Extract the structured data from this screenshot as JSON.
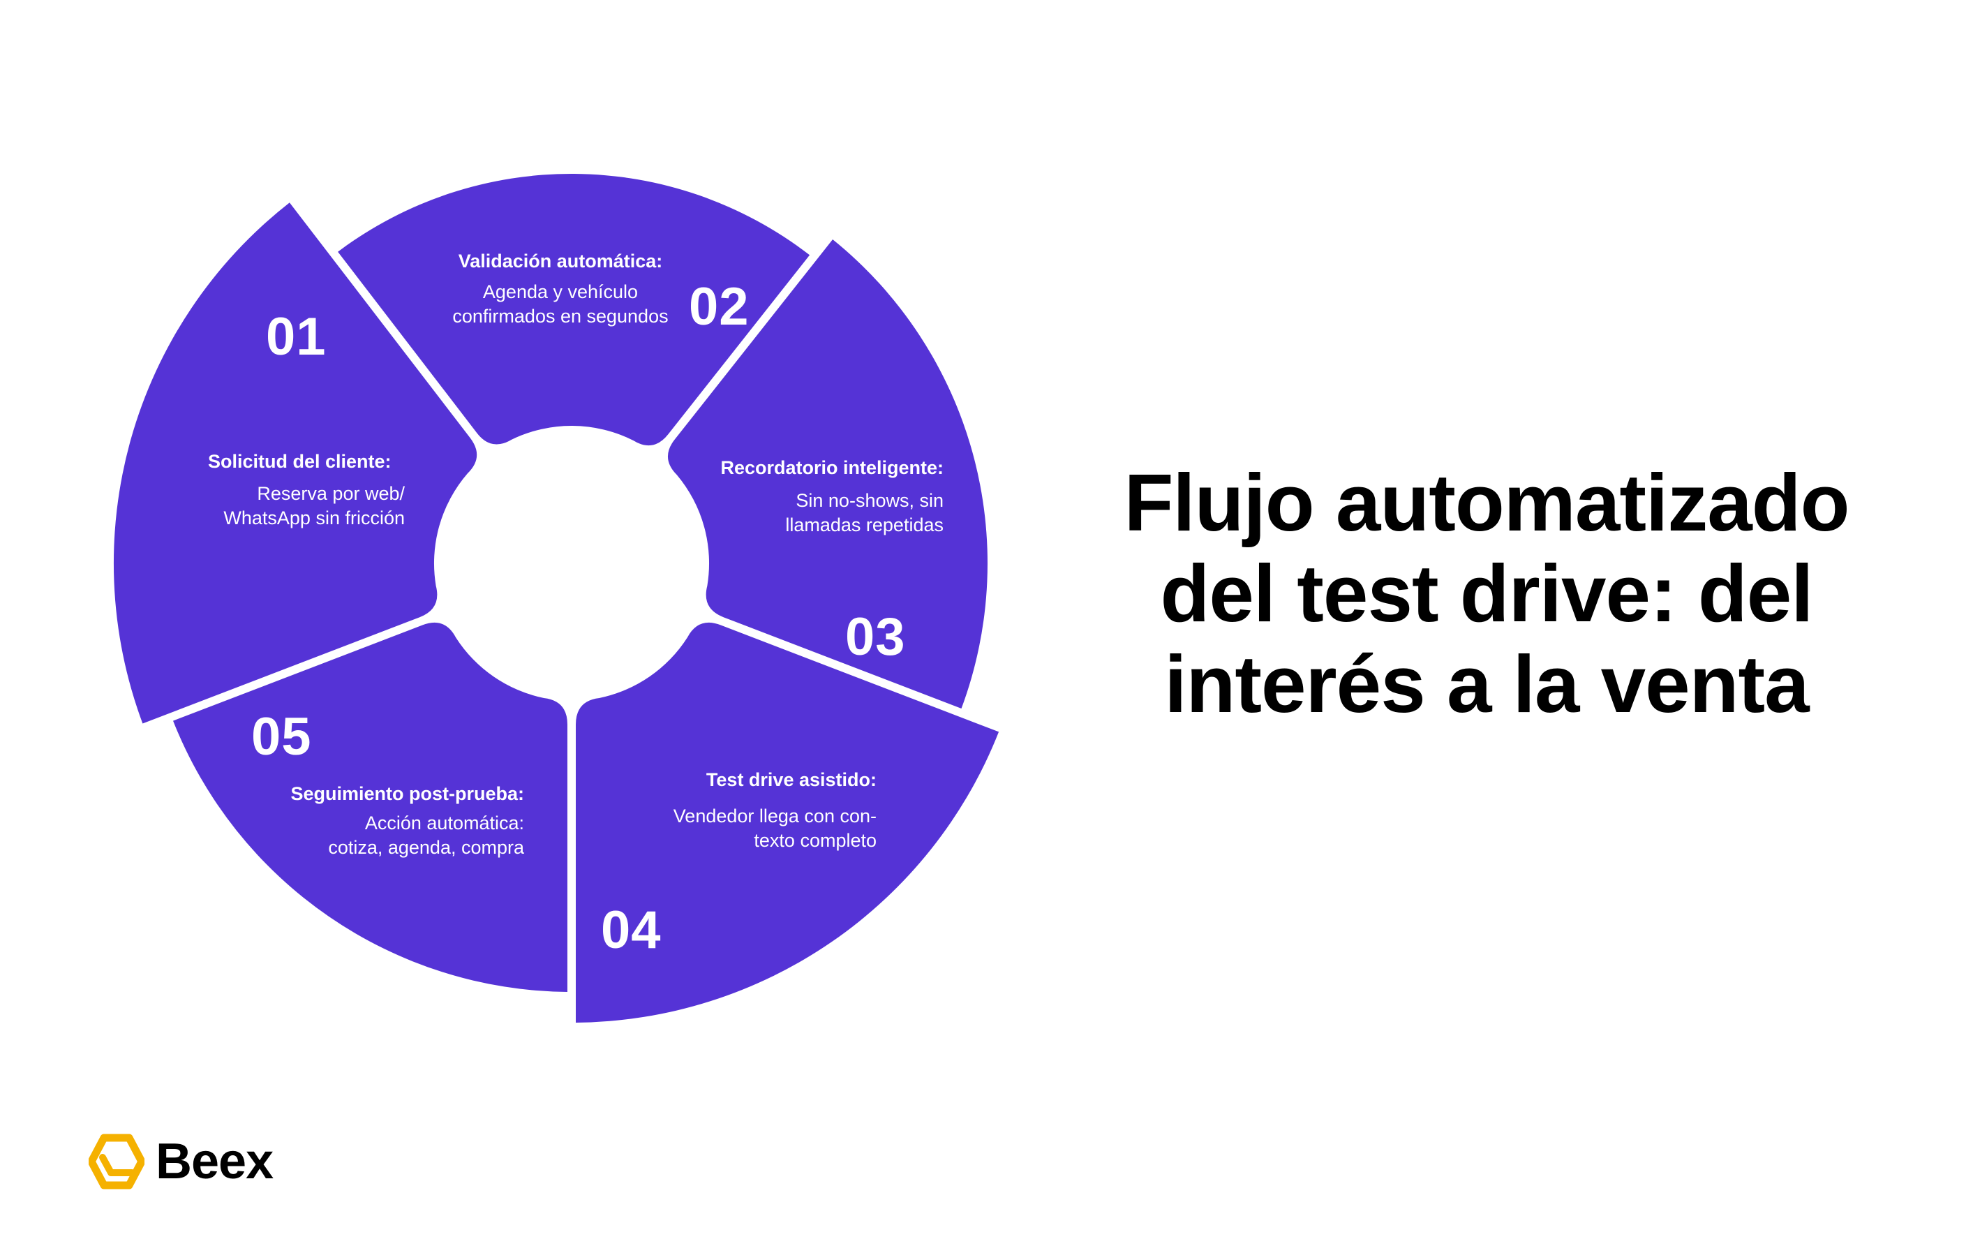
{
  "colors": {
    "segment_fill": "#5533D6",
    "background": "#FFFFFF",
    "text_on_segment": "#FFFFFF",
    "title_text": "#000000",
    "logo_accent": "#F5B100"
  },
  "title": {
    "lines": [
      "Flujo automatizado",
      "del test drive: del",
      "interés a la venta"
    ]
  },
  "steps": [
    {
      "number": "01",
      "heading": "Solicitud del cliente:",
      "body": [
        "Reserva por web/",
        "WhatsApp sin fricción"
      ]
    },
    {
      "number": "02",
      "heading": "Validación automática:",
      "body": [
        "Agenda y vehículo",
        "confirmados en segundos"
      ]
    },
    {
      "number": "03",
      "heading": "Recordatorio inteligente:",
      "body": [
        "Sin no-shows, sin",
        "llamadas repetidas"
      ]
    },
    {
      "number": "04",
      "heading": "Test drive asistido:",
      "body": [
        "Vendedor llega con con-",
        "texto completo"
      ]
    },
    {
      "number": "05",
      "heading": "Seguimiento post-prueba:",
      "body": [
        "Acción automática:",
        "cotiza, agenda, compra"
      ]
    }
  ],
  "logo": {
    "text": "Beex",
    "icon": "hexagon-logo-icon"
  }
}
